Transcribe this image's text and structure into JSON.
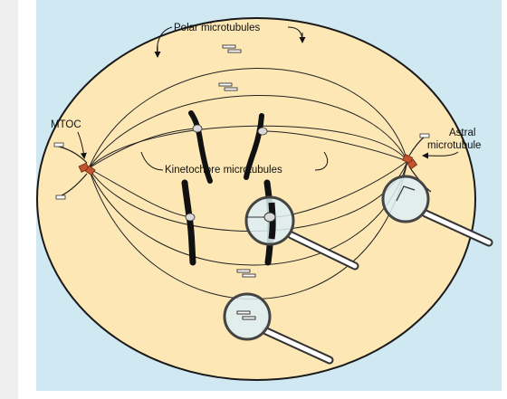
{
  "labels": {
    "polar": "Polar microtubules",
    "mtoc": "MTOC",
    "kinetochore": "Kinetochore microtubules",
    "astral_line1": "Astral",
    "astral_line2": "microtubule"
  },
  "colors": {
    "panel": "#cfe8f1",
    "cell_fill": "#fce7b5",
    "cell_stroke": "#1a1a1a",
    "chromosome": "#111111",
    "mtoc": "#c2542f",
    "lens": "#ddeef6"
  }
}
